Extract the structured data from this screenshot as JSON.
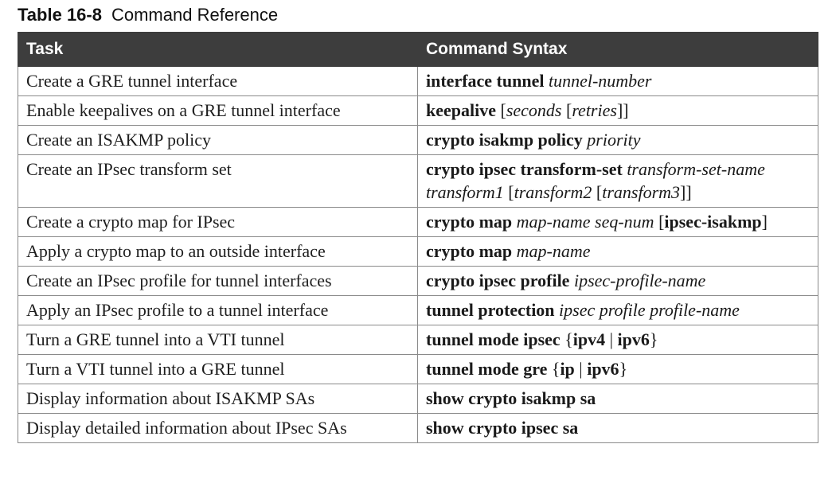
{
  "caption": {
    "number": "Table 16-8",
    "title": "Command Reference"
  },
  "headers": {
    "task": "Task",
    "syntax": "Command Syntax"
  },
  "rows": [
    {
      "task": "Create a GRE tunnel interface",
      "syntax": [
        {
          "t": "interface tunnel",
          "s": "b"
        },
        {
          "t": " ",
          "s": "n"
        },
        {
          "t": "tunnel-number",
          "s": "i"
        }
      ]
    },
    {
      "task": "Enable keepalives on a GRE tunnel interface",
      "syntax": [
        {
          "t": "keepalive",
          "s": "b"
        },
        {
          "t": " [",
          "s": "n"
        },
        {
          "t": "seconds",
          "s": "i"
        },
        {
          "t": " [",
          "s": "n"
        },
        {
          "t": "retries",
          "s": "i"
        },
        {
          "t": "]]",
          "s": "n"
        }
      ]
    },
    {
      "task": "Create an ISAKMP policy",
      "syntax": [
        {
          "t": "crypto isakmp policy",
          "s": "b"
        },
        {
          "t": " ",
          "s": "n"
        },
        {
          "t": "priority",
          "s": "i"
        }
      ]
    },
    {
      "task": "Create an IPsec transform set",
      "syntax": [
        {
          "t": "crypto ipsec transform-set",
          "s": "b"
        },
        {
          "t": " ",
          "s": "n"
        },
        {
          "t": "transform-set-name transform1",
          "s": "i"
        },
        {
          "t": " [",
          "s": "n"
        },
        {
          "t": "transform2",
          "s": "i"
        },
        {
          "t": " [",
          "s": "n"
        },
        {
          "t": "transform3",
          "s": "i"
        },
        {
          "t": "]]",
          "s": "n"
        }
      ]
    },
    {
      "task": "Create a crypto map for IPsec",
      "syntax": [
        {
          "t": "crypto map",
          "s": "b"
        },
        {
          "t": " ",
          "s": "n"
        },
        {
          "t": "map-name seq-num",
          "s": "i"
        },
        {
          "t": " [",
          "s": "n"
        },
        {
          "t": "ipsec-isakmp",
          "s": "b"
        },
        {
          "t": "]",
          "s": "n"
        }
      ]
    },
    {
      "task": "Apply a crypto map to an outside interface",
      "syntax": [
        {
          "t": "crypto map",
          "s": "b"
        },
        {
          "t": " ",
          "s": "n"
        },
        {
          "t": "map-name",
          "s": "i"
        }
      ]
    },
    {
      "task": "Create an IPsec profile for tunnel interfaces",
      "syntax": [
        {
          "t": "crypto ipsec profile",
          "s": "b"
        },
        {
          "t": " ",
          "s": "n"
        },
        {
          "t": "ipsec-profile-name",
          "s": "i"
        }
      ]
    },
    {
      "task": "Apply an IPsec profile to a tunnel interface",
      "syntax": [
        {
          "t": "tunnel protection",
          "s": "b"
        },
        {
          "t": " ",
          "s": "n"
        },
        {
          "t": "ipsec profile profile-name",
          "s": "i"
        }
      ]
    },
    {
      "task": "Turn a GRE tunnel into a VTI tunnel",
      "syntax": [
        {
          "t": "tunnel mode ipsec",
          "s": "b"
        },
        {
          "t": " {",
          "s": "n"
        },
        {
          "t": "ipv4",
          "s": "b"
        },
        {
          "t": " | ",
          "s": "n"
        },
        {
          "t": "ipv6",
          "s": "b"
        },
        {
          "t": "}",
          "s": "n"
        }
      ]
    },
    {
      "task": "Turn a VTI tunnel into a GRE tunnel",
      "syntax": [
        {
          "t": "tunnel mode gre",
          "s": "b"
        },
        {
          "t": " {",
          "s": "n"
        },
        {
          "t": "ip",
          "s": "b"
        },
        {
          "t": " | ",
          "s": "n"
        },
        {
          "t": "ipv6",
          "s": "b"
        },
        {
          "t": "}",
          "s": "n"
        }
      ]
    },
    {
      "task": "Display information about ISAKMP SAs",
      "syntax": [
        {
          "t": "show crypto isakmp sa",
          "s": "b"
        }
      ]
    },
    {
      "task": "Display detailed information about IPsec SAs",
      "syntax": [
        {
          "t": "show crypto ipsec sa",
          "s": "b"
        }
      ]
    }
  ]
}
